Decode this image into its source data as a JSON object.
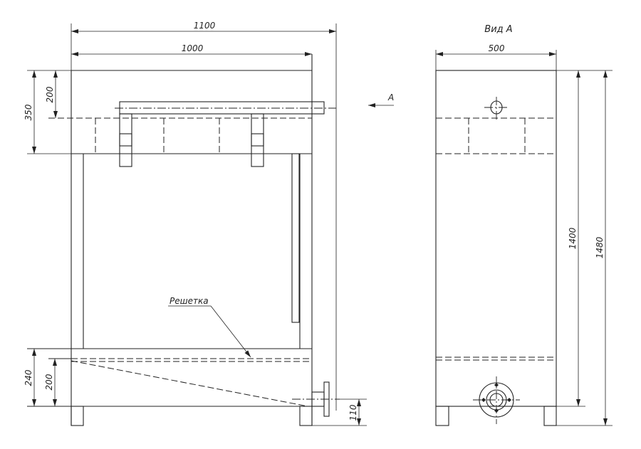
{
  "front_view": {
    "dims": {
      "overall_width": "1100",
      "tank_width": "1000",
      "top_section_height": "350",
      "pipe_axis_offset": "200",
      "bottom_section_height": "240",
      "bottom_tank_height": "200",
      "outlet_height": "110"
    },
    "grid_label": "Решетка",
    "view_arrow_label": "A"
  },
  "side_view": {
    "title": "Вид А",
    "dims": {
      "width": "500",
      "tank_height": "1400",
      "overall_height": "1480"
    }
  }
}
